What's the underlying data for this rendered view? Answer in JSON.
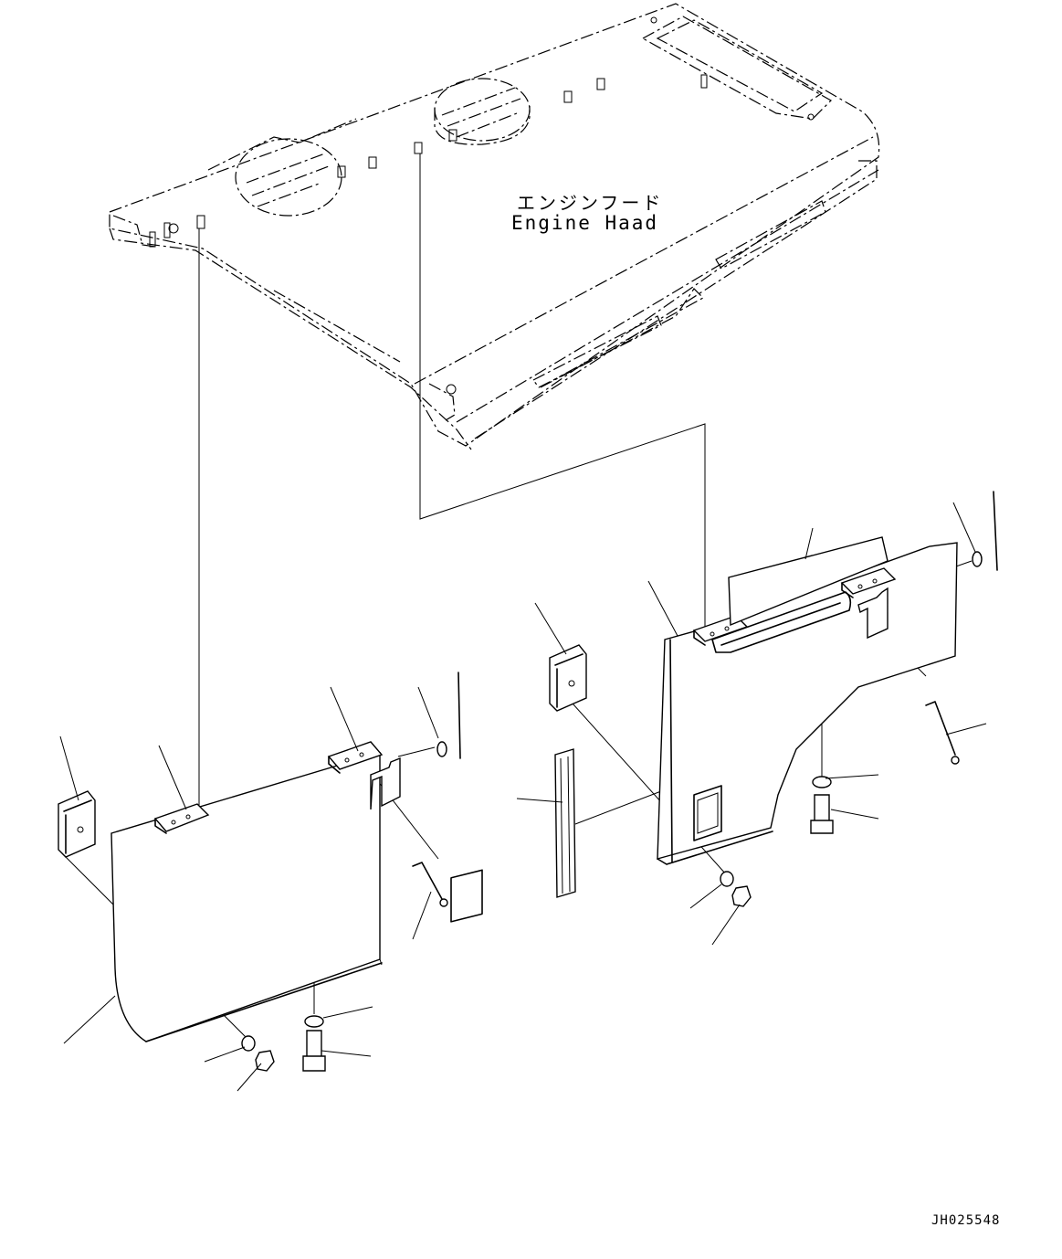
{
  "hood_label": {
    "japanese": "エンジンフード",
    "english": "Engine Haad"
  },
  "drawing_id": "JH025548"
}
